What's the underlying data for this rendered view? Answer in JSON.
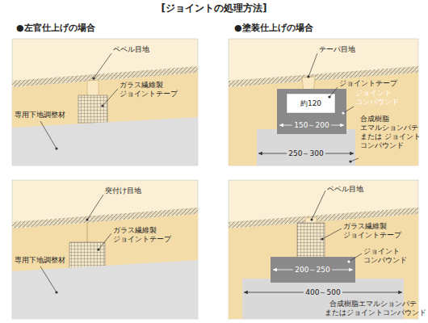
{
  "diagram": {
    "title": "[ジョイントの処理方法]",
    "labels": [
      "●左官仕上げの場合",
      "●塗装仕上げの場合",
      "ベベル目地",
      "ガラス繊維製 ジョイントテープ",
      "専用下地調整材",
      "テーパ目地",
      "ジョイントテープ",
      "約120",
      "ジョイント コンパウンド",
      "150～200",
      "合成樹脂 エマルションパテ または ジョイント コンパウンド",
      "250～300",
      "突付け目地",
      "ガラス繊維製 ジョイントテープ",
      "専用下地調整材",
      "ベベル目地",
      "ガラス繊維製 ジョイントテープ",
      "ジョイント コンパウンド",
      "200～250",
      "400～500",
      "合成樹脂エマルションパテ またはジョイントコンパウンド"
    ]
  }
}
